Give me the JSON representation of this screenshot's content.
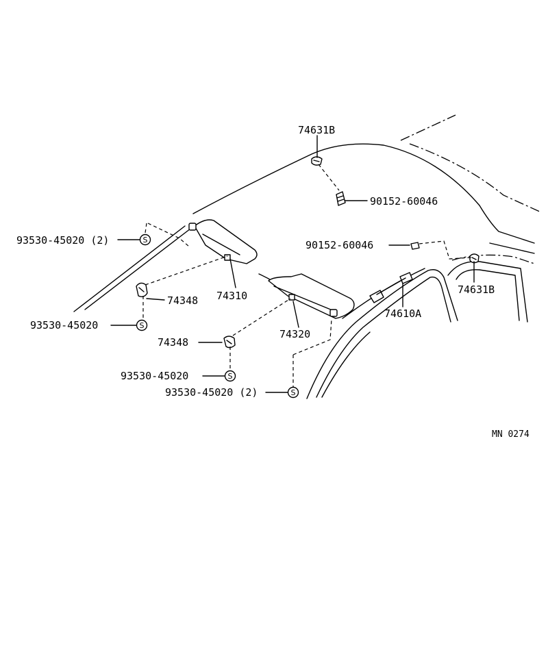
{
  "labels": {
    "clip_top": "74631B",
    "screw_top": "90152-60046",
    "screw_right": "90152-60046",
    "clip_right": "74631B",
    "screw_s1": "93530-45020 (2)",
    "screw_s2": "93530-45020",
    "screw_s3": "93530-45020",
    "screw_s4": "93530-45020 (2)",
    "holder_left": "74348",
    "holder_right": "74348",
    "visor_left": "74310",
    "visor_right": "74320",
    "grip": "74610A",
    "s_mark": "S",
    "ref_code": "MN  0274"
  }
}
